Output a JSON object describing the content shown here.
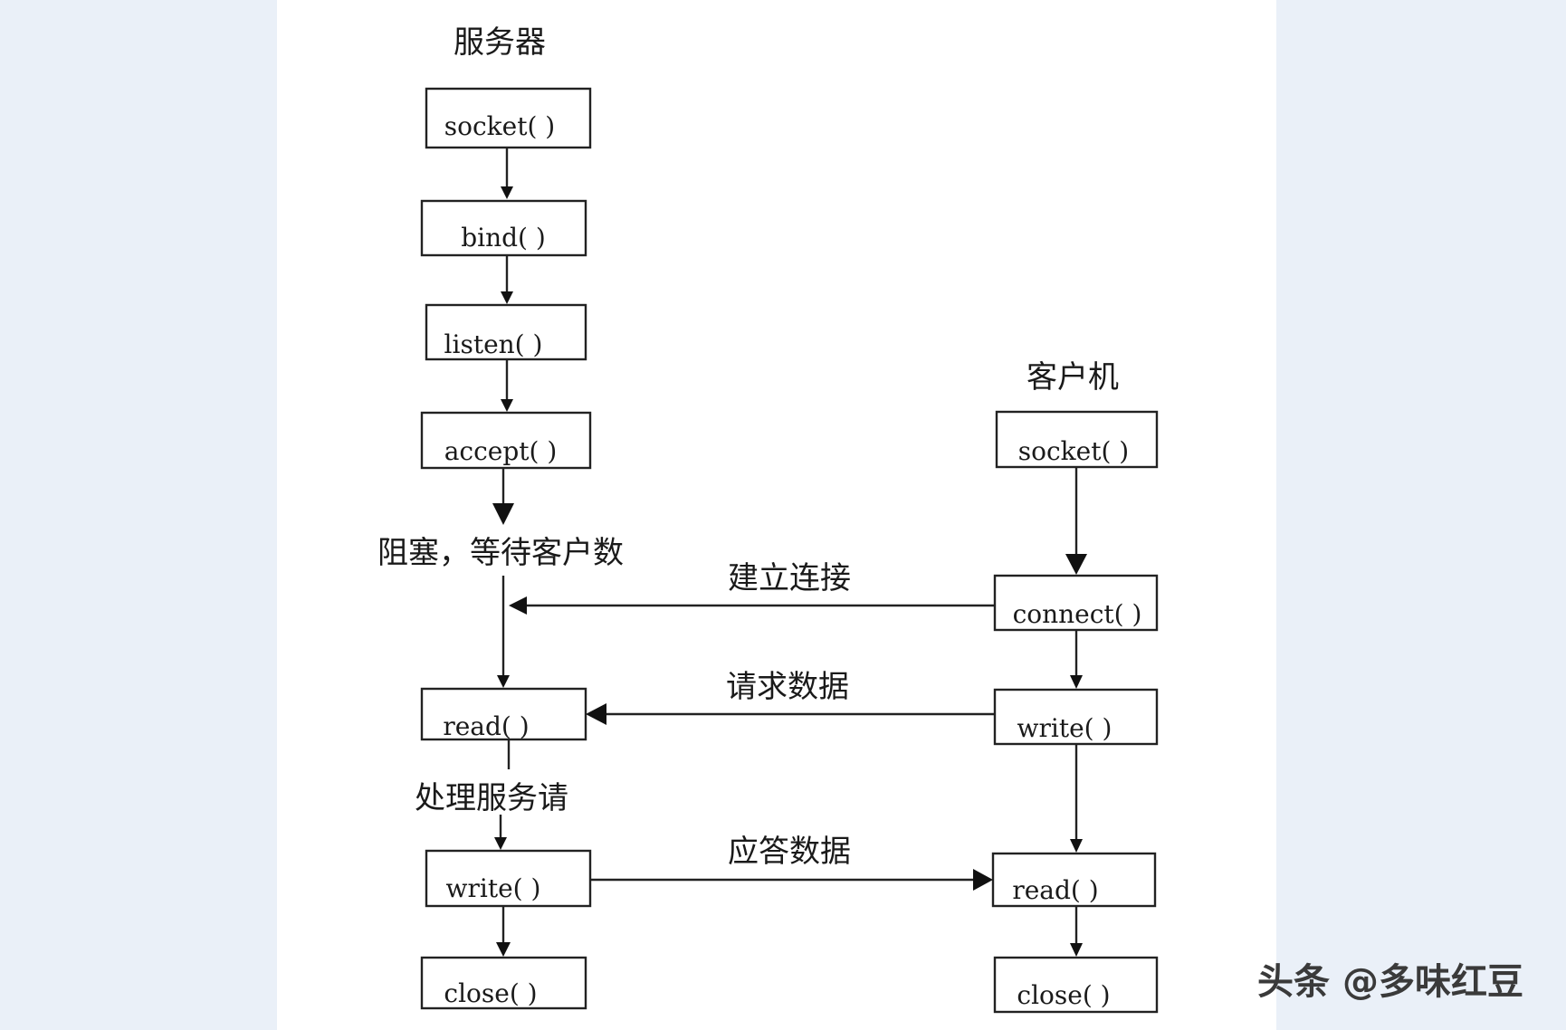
{
  "server": {
    "title": "服务器",
    "steps": [
      "socket( )",
      "bind( )",
      "listen( )",
      "accept( )",
      "read( )",
      "write( )",
      "close( )"
    ],
    "notes": {
      "blocking": "阻塞，等待客户数",
      "process": "处理服务请"
    }
  },
  "client": {
    "title": "客户机",
    "steps": [
      "socket( )",
      "connect( )",
      "write( )",
      "read( )",
      "close( )"
    ]
  },
  "messages": {
    "connect": "建立连接",
    "request": "请求数据",
    "response": "应答数据"
  },
  "watermark": "头条 @多味红豆"
}
